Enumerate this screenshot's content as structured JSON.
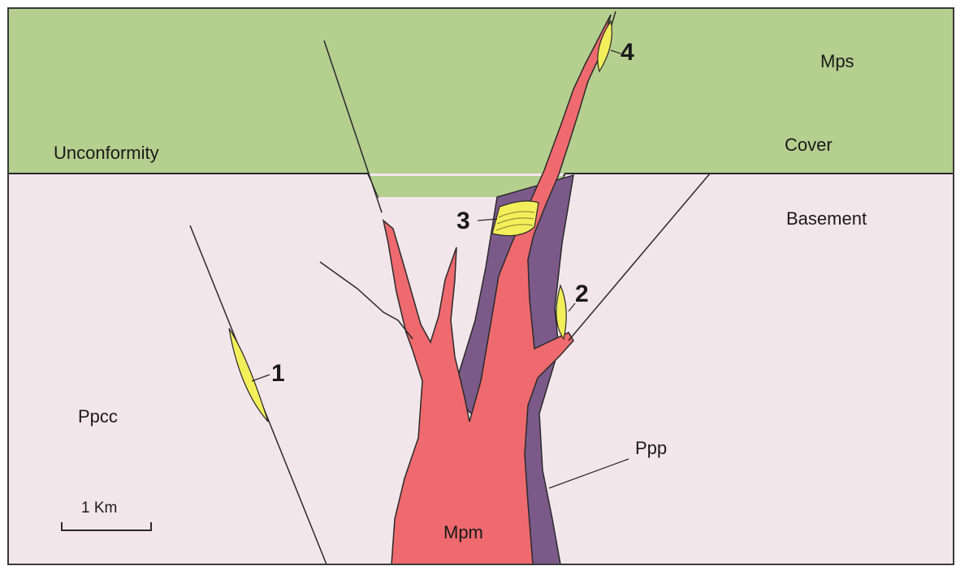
{
  "labels": {
    "mps": "Mps",
    "cover": "Cover",
    "unconformity": "Unconformity",
    "basement": "Basement",
    "ppcc": "Ppcc",
    "ppp": "Ppp",
    "mpm": "Mpm",
    "scale": "1 Km"
  },
  "deposits": [
    "1",
    "2",
    "3",
    "4"
  ],
  "colors": {
    "cover": "#b5cf8f",
    "basement": "#f3e6eb",
    "intrusion_mpm": "#ee6a6e",
    "intrusion_ppp": "#7b5a8a",
    "deposit": "#f2ef5a",
    "line": "#2a2a2a"
  }
}
